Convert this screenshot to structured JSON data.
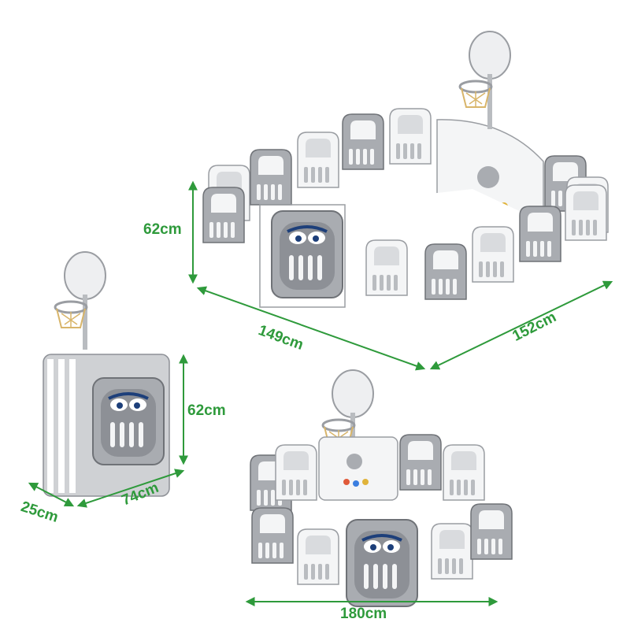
{
  "accent_color": "#2e9a3b",
  "panel_colors": {
    "grey": "#a9acb1",
    "dark_grey": "#8d9096",
    "white": "#f4f5f6",
    "outline": "#6f7277"
  },
  "dimensions": {
    "rect_height": "62cm",
    "rect_width": "149cm",
    "rect_depth": "152cm",
    "folded_height": "62cm",
    "folded_depth": "25cm",
    "folded_width": "74cm",
    "round_diameter": "180cm"
  }
}
